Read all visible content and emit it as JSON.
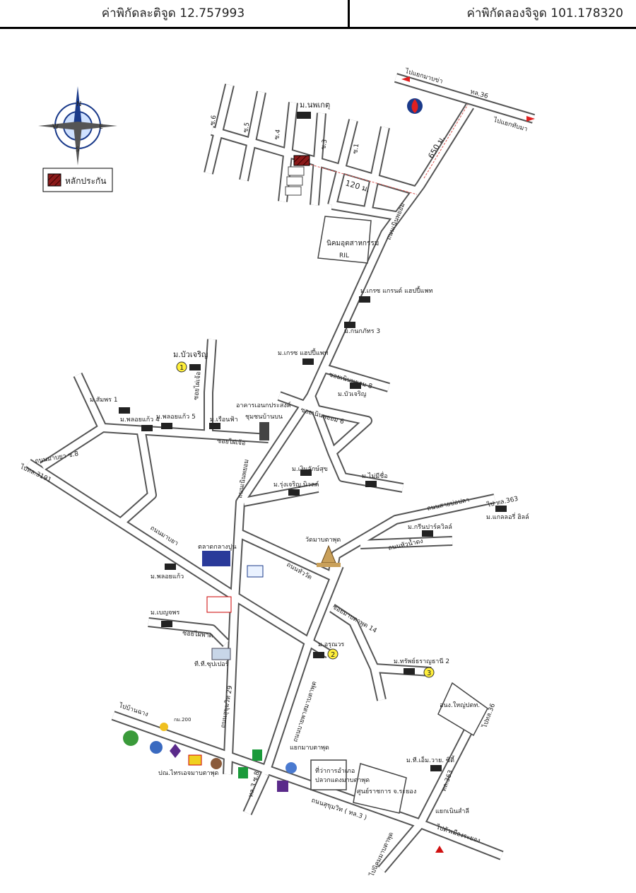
{
  "header": {
    "latitude_label": "ค่าพิกัดละติจูด 12.757993",
    "longitude_label": "ค่าพิกัดลองจิจูด 101.178320"
  },
  "legend": {
    "collateral_label": "หลักประกัน"
  },
  "compass": {
    "n": "N",
    "s": "S",
    "e": "E",
    "w": "W"
  },
  "colors": {
    "road_fill": "#ffffff",
    "road_edge": "#555555",
    "collateral": "#8b1a1a",
    "distance_line": "#d9534f",
    "marker_yellow": "#ffef3a"
  },
  "labels": {
    "to_map_kha": "ไปแยกมาบข่า",
    "route36_top": "ทล.36",
    "to_thap_ma": "ไปแยกทับมา",
    "soi6": "ซ.6",
    "soi5": "ซ.5",
    "soi4": "ซ.4",
    "soi3": "ซ.3",
    "soi1": "ซ.1",
    "m_nopphaket": "ม.นพเกตุ",
    "dist_650": "650 ม.",
    "dist_120": "120 ม.",
    "noen_phayom_road_top": "ถนนเนินพยอม",
    "ril_estate": "นิคมอุตสาหกรรม",
    "ril": "RIL",
    "grace_grand": "ม.เกรซ แกรนด์ แฮปปี้แพท",
    "kanokphat3": "ม.กนกภัทร 3",
    "grace_happy": "ม.เกรซ แฮปปี้แพท",
    "soi_noen_phayom8": "ซอยเนินพยอม 8",
    "bua_charoen_1": "ม.บัวเจริญ",
    "bua_charoen_2": "ม.บัวเจริญ",
    "soi_noen_phayom6": "ซอยเนินพยอม 6",
    "somporn1": "ม.สัมพร 1",
    "ploy_kaew4": "ม.พลอยแก้ว 4",
    "ploy_kaew5": "ม.พลอยแก้ว 5",
    "soi_phai_cho": "ซอยไผ่เจ้อ",
    "soi_phai_cho2": "ซอยไผ่เจ้อ",
    "ruean_fa": "ม.เรือนฟ้า",
    "building1": "อาคารเอนกประสงค์",
    "building2": "ชุมชนบ้านบน",
    "mapya_soi8": "ถนนมาบยา ซ.8",
    "to_3191": "ไปทล.3191",
    "noen_phayom_road_mid": "ถนนเนินพยอม",
    "ngoen_lakmuk": "ม.เงินลักษ์สุข",
    "rungcharoen": "ม.รุ่งเจริญ นิวลค์",
    "mai_me_chue": "ม.ไม่มีชื่อ",
    "to_363": "ไป ทล.363",
    "sai_bo_pla": "ถนนสายบ่อปลา",
    "green_park": "ม.กรีนปาร์ควิลล์",
    "green_hill": "ม.แกลลอรี่ ฮิลล์",
    "hua_nam": "ถนนหัวน้ำดง",
    "wat_map_ta_phut": "วัดมาบตาพุด",
    "mapya_road": "ถนนมาบยา",
    "talat_market": "ตลาดกลางปูน",
    "ploy_kaew": "ม.พลอยแก้ว",
    "hua_wat": "ถนนหัววัด",
    "soi_map_ta_phut14": "ซอยมาบตาพุด 14",
    "benjaporn": "ม.เบญจพร",
    "soi_phaipat": "ซอยไผ่พาด",
    "tt_super": "ที.ที.ซุปเปอร์",
    "ar_arun": "ม.อรุณวร",
    "thachai": "ม.ทรัพย์ธราญธานี 2",
    "sukhumvit29": "ถนนสุขุมวิท 29",
    "bypass_map_ta_phut": "ถนนบายพาสมาบตาพุด",
    "to_ban_chang": "ไปบ้านฉาง",
    "km200": "กม.200",
    "post_office": "ปณ.ไทรเอจมาบตาพุด",
    "map_ta_phut_junction": "แยกมาบตาพุด",
    "district_office": "ที่ว่าการอำเภอ",
    "district_office2": "ปลวกแดงมาบตาพุด",
    "center": "ศูนย์ราชการ จ.ระยอง",
    "sukhumvit_road": "ถนนสุขุมวิท ( ทล.3 )",
    "sukhumvit_km": "ทล.3",
    "noen_sala": "แยกเนินสำลี",
    "to_rayong": "ไปตัวเมืองระยอง",
    "route36_bottom": "ไปทล.36",
    "route363_bottom": "ทล.363",
    "to_map_ta_phut_port": "ไปนิคมมาบตาพุด",
    "large_hospital": "อนง.ใหญ่ปตท.",
    "tt_cty": "ม.ที.เอ็ม.วาย. ซิตี้",
    "soi_map_ta_phut8": "ทล.3 ซ.8"
  },
  "markers": [
    "1",
    "2",
    "3"
  ]
}
